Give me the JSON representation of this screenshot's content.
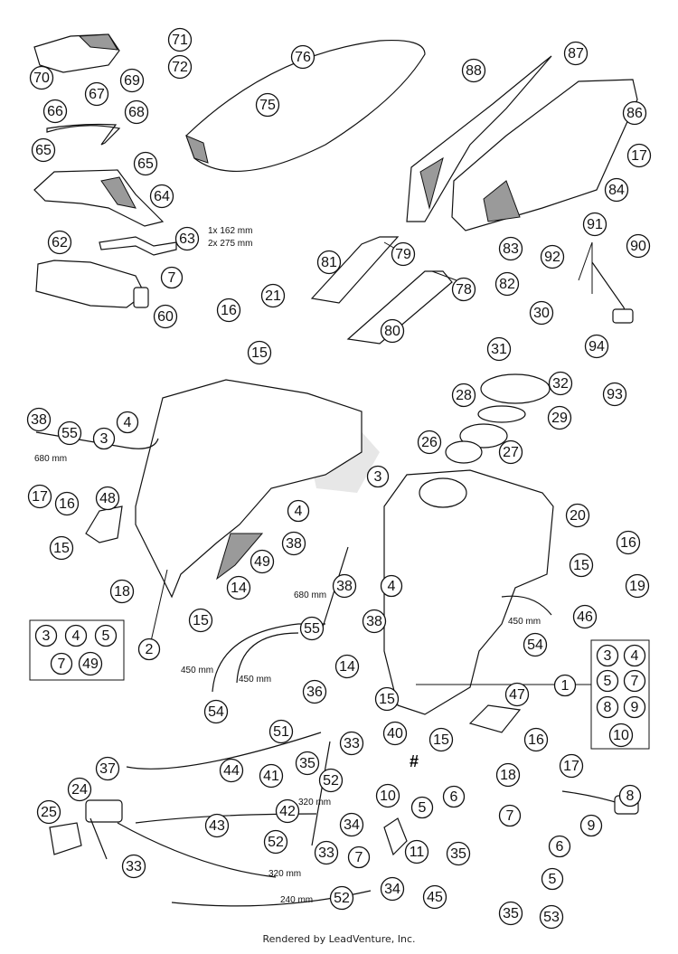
{
  "footer": "Rendered by LeadVenture, Inc.",
  "measurements": {
    "seal_len": "1x 162 mm",
    "seal_len2": "2x 275 mm",
    "m680a": "680 mm",
    "m680b": "680 mm",
    "m450a": "450 mm",
    "m450b": "450 mm",
    "m450c": "450 mm",
    "m320a": "320 mm",
    "m320b": "320 mm",
    "m240": "240 mm"
  },
  "hash_mark": "#",
  "callouts": {
    "c1": "1",
    "c2": "2",
    "c3a": "3",
    "c3b": "3",
    "c4a": "4",
    "c4b": "4",
    "c4c": "4",
    "c5a": "5",
    "c5b": "5",
    "c6a": "6",
    "c6b": "6",
    "c7a": "7",
    "c7b": "7",
    "c7c": "7",
    "c8": "8",
    "c9": "9",
    "c10": "10",
    "c11": "11",
    "c14a": "14",
    "c14b": "14",
    "c15a": "15",
    "c15b": "15",
    "c15c": "15",
    "c15d": "15",
    "c15e": "15",
    "c15f": "15",
    "c16a": "16",
    "c16b": "16",
    "c16c": "16",
    "c16d": "16",
    "c17a": "17",
    "c17b": "17",
    "c17c": "17",
    "c18a": "18",
    "c18b": "18",
    "c19": "19",
    "c20": "20",
    "c21": "21",
    "c24": "24",
    "c25": "25",
    "c26": "26",
    "c27": "27",
    "c28": "28",
    "c29": "29",
    "c30": "30",
    "c31": "31",
    "c32": "32",
    "c33a": "33",
    "c33b": "33",
    "c33c": "33",
    "c34a": "34",
    "c34b": "34",
    "c35a": "35",
    "c35b": "35",
    "c35c": "35",
    "c36": "36",
    "c37": "37",
    "c38a": "38",
    "c38b": "38",
    "c38c": "38",
    "c38d": "38",
    "c40": "40",
    "c41": "41",
    "c42": "42",
    "c43": "43",
    "c44": "44",
    "c45": "45",
    "c46": "46",
    "c47": "47",
    "c48": "48",
    "c49": "49",
    "c51": "51",
    "c52a": "52",
    "c52b": "52",
    "c52c": "52",
    "c53": "53",
    "c54a": "54",
    "c54b": "54",
    "c55a": "55",
    "c55b": "55",
    "c60": "60",
    "c62": "62",
    "c63": "63",
    "c64": "64",
    "c65a": "65",
    "c65b": "65",
    "c66": "66",
    "c67": "67",
    "c68": "68",
    "c69": "69",
    "c70": "70",
    "c71": "71",
    "c72": "72",
    "c75": "75",
    "c76": "76",
    "c78": "78",
    "c79": "79",
    "c80": "80",
    "c81": "81",
    "c82": "82",
    "c83": "83",
    "c84": "84",
    "c86": "86",
    "c87": "87",
    "c88": "88",
    "c90": "90",
    "c91": "91",
    "c92": "92",
    "c93": "93",
    "c94": "94"
  },
  "box2": {
    "b3": "3",
    "b4": "4",
    "b5": "5",
    "b7": "7",
    "b49": "49"
  },
  "box1": {
    "b3": "3",
    "b4": "4",
    "b5": "5",
    "b7": "7",
    "b8": "8",
    "b9": "9",
    "b10": "10"
  }
}
